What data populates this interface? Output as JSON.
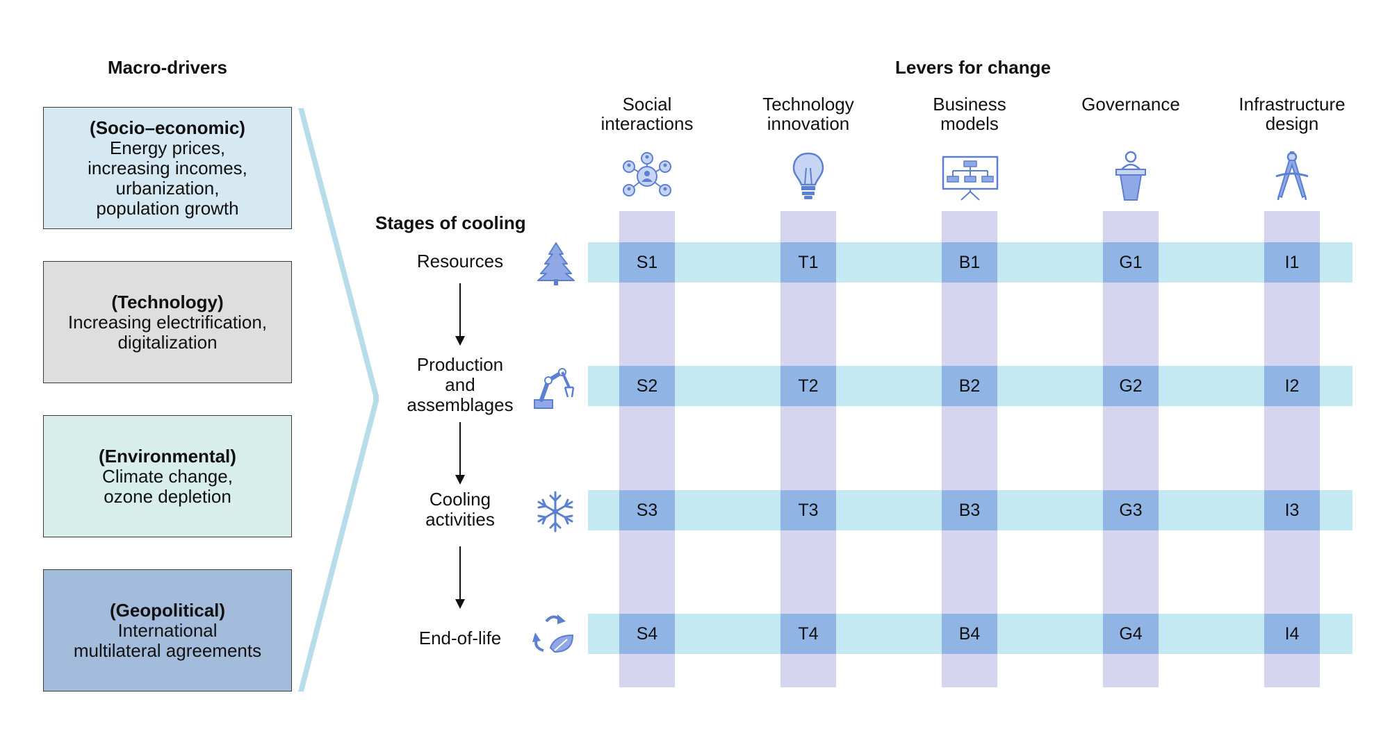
{
  "macro_drivers": {
    "heading": "Macro-drivers",
    "items": [
      {
        "title": "(Socio–economic)",
        "body": "Energy prices,\nincreasing incomes,\nurbanization,\npopulation growth",
        "color": "#d6e8f2"
      },
      {
        "title": "(Technology)",
        "body": "Increasing electrification,\ndigitalization",
        "color": "#dedede"
      },
      {
        "title": "(Environmental)",
        "body": "Climate change,\nozone depletion",
        "color": "#d8eeea"
      },
      {
        "title": "(Geopolitical)",
        "body": "International\nmultilateral agreements",
        "color": "#a4bcdc"
      }
    ]
  },
  "levers": {
    "heading": "Levers for change",
    "items": [
      {
        "label": "Social\ninteractions",
        "icon": "network-people-icon",
        "cells": [
          "S1",
          "S2",
          "S3",
          "S4"
        ]
      },
      {
        "label": "Technology\ninnovation",
        "icon": "lightbulb-icon",
        "cells": [
          "T1",
          "T2",
          "T3",
          "T4"
        ]
      },
      {
        "label": "Business\nmodels",
        "icon": "org-chart-icon",
        "cells": [
          "B1",
          "B2",
          "B3",
          "B4"
        ]
      },
      {
        "label": "Governance",
        "icon": "podium-speaker-icon",
        "cells": [
          "G1",
          "G2",
          "G3",
          "G4"
        ]
      },
      {
        "label": "Infrastructure\ndesign",
        "icon": "drafting-compass-icon",
        "cells": [
          "I1",
          "I2",
          "I3",
          "I4"
        ]
      }
    ]
  },
  "stages": {
    "heading": "Stages of cooling",
    "items": [
      {
        "label": "Resources",
        "icon": "tree-icon"
      },
      {
        "label": "Production\nand\nassemblages",
        "icon": "robot-arm-icon"
      },
      {
        "label": "Cooling\nactivities",
        "icon": "snowflake-icon"
      },
      {
        "label": "End-of-life",
        "icon": "recycle-leaf-icon"
      }
    ]
  },
  "colors": {
    "row_band": "#c5e9f3",
    "column_band": "#d5d5f0",
    "cell": "#90b4e3",
    "icon": "#5b7fd1"
  }
}
